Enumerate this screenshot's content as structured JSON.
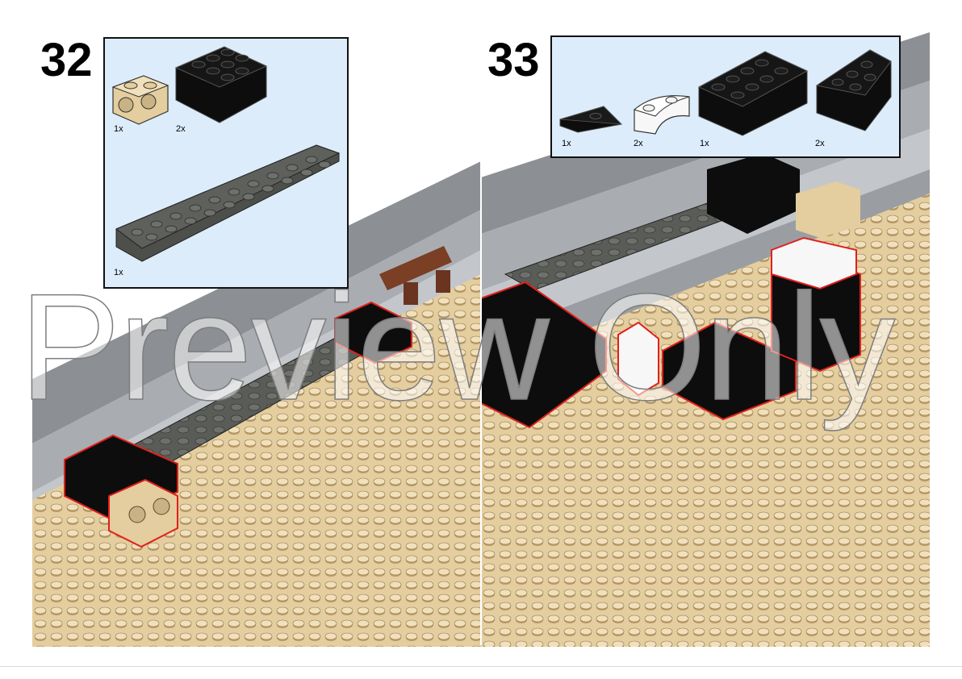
{
  "steps": [
    {
      "number": "32",
      "parts": [
        {
          "qty": "1x",
          "icon": "tan-technic-brick-1x2-icon"
        },
        {
          "qty": "2x",
          "icon": "black-brick-2x4-icon"
        },
        {
          "qty": "1x",
          "icon": "dark-gray-plate-2x10-icon"
        }
      ]
    },
    {
      "number": "33",
      "parts": [
        {
          "qty": "1x",
          "icon": "black-wedge-plate-icon"
        },
        {
          "qty": "2x",
          "icon": "white-round-corner-brick-icon"
        },
        {
          "qty": "1x",
          "icon": "black-brick-2x6-icon"
        },
        {
          "qty": "2x",
          "icon": "black-wedge-brick-icon"
        }
      ]
    }
  ],
  "watermark": "Preview Only",
  "colors": {
    "parts_panel": "#dcecfa",
    "baseplate_tan": "#e4cd9e",
    "black_brick": "#0d0d0d",
    "dark_gray_plate": "#5a5c58",
    "light_gray_tile": "#a9adb2",
    "highlight_outline": "#e0201b"
  }
}
